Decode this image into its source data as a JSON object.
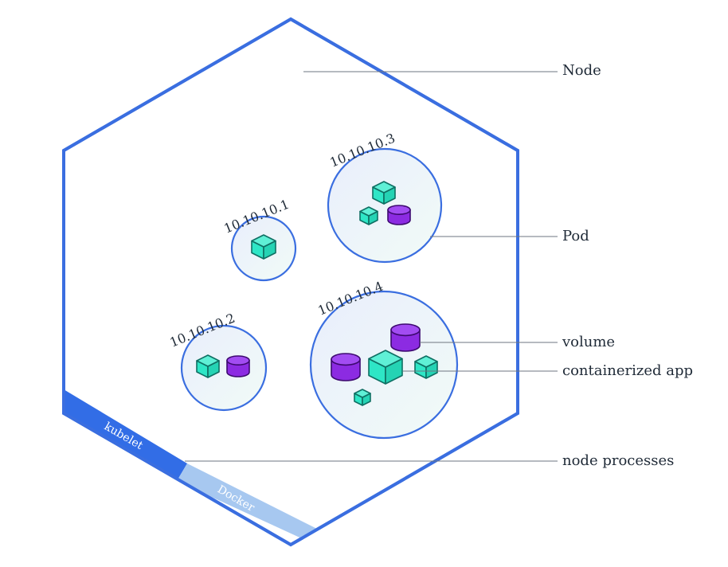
{
  "diagram": {
    "node": {
      "processes": {
        "kubelet_label": "kubelet",
        "docker_label": "Docker"
      }
    },
    "pods": [
      {
        "ip": "10.10.10.1",
        "contents": [
          "containerized app"
        ]
      },
      {
        "ip": "10.10.10.2",
        "contents": [
          "containerized app",
          "volume"
        ]
      },
      {
        "ip": "10.10.10.3",
        "contents": [
          "containerized app",
          "containerized app",
          "volume"
        ]
      },
      {
        "ip": "10.10.10.4",
        "contents": [
          "volume",
          "volume",
          "containerized app",
          "containerized app",
          "containerized app"
        ]
      }
    ],
    "callouts": {
      "node": "Node",
      "pod": "Pod",
      "volume": "volume",
      "app": "containerized app",
      "processes": "node processes"
    },
    "colors": {
      "node_outline": "#3a6ee0",
      "kubelet_strip": "#326de6",
      "docker_strip": "#a7c8f0",
      "container": "#2ee6c6",
      "container_edge": "#0f6f63",
      "volume": "#8c2be2",
      "volume_edge": "#3d0a70"
    }
  }
}
